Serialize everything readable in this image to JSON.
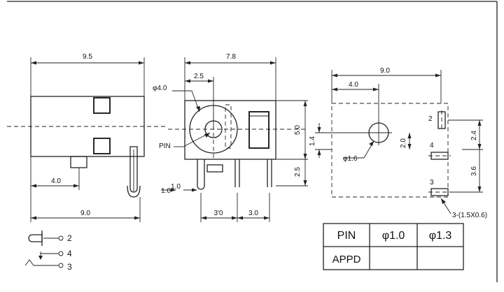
{
  "side_view": {
    "width_top": "9.5",
    "offset_left": "4.0",
    "width_bottom": "9.0",
    "pin_gap": "1.0"
  },
  "front_view": {
    "width": "7.8",
    "offset": "2.5",
    "hole_label": "φ4.0",
    "pin_label": "PIN",
    "height_upper": "5.0",
    "height_lower": "2.5",
    "pin_dia": "1.0",
    "spacing_a": "3'0",
    "spacing_b": "3.0"
  },
  "footprint": {
    "width": "9.0",
    "offset": "4.0",
    "hole_label": "φ1.6",
    "dim_a": "1.4",
    "dim_b": "2.0",
    "dim_c": "2.4",
    "dim_d": "3.6",
    "slot_label": "3-(1.5X0.6)",
    "pad_2": "2",
    "pad_4": "4",
    "pad_3": "3"
  },
  "table": {
    "header_pin": "PIN",
    "header_a": "φ1.0",
    "header_b": "φ1.3",
    "row_label": "APPD",
    "row_a": "",
    "row_b": ""
  },
  "legend": {
    "pin_2": "2",
    "pin_4": "4",
    "pin_3": "3"
  }
}
